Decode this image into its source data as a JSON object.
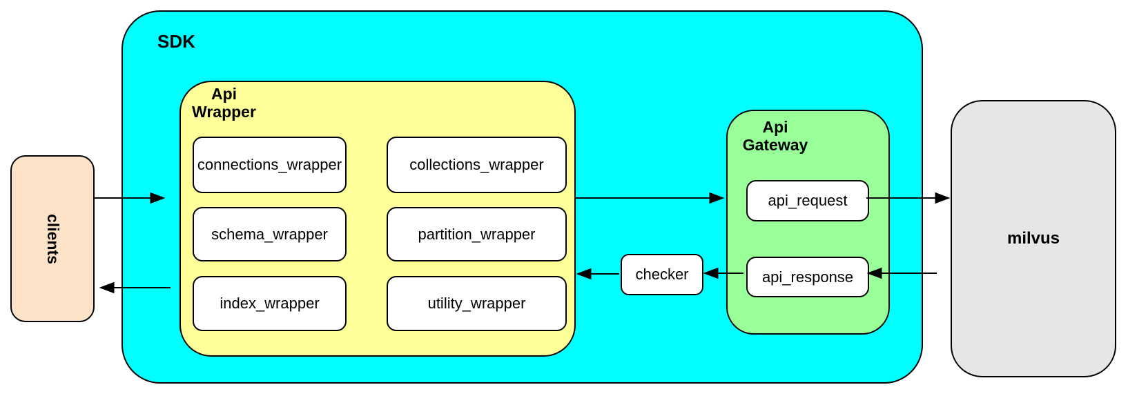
{
  "diagram": {
    "nodes": {
      "clients": {
        "label": "clients",
        "fill": "#FCE2C6"
      },
      "sdk": {
        "label": "SDK",
        "fill": "#00FFFF"
      },
      "api_wrapper": {
        "label": "Api\nWrapper",
        "fill": "#FFFF99",
        "boxes": [
          {
            "label": "connections_wrapper"
          },
          {
            "label": "collections_wrapper"
          },
          {
            "label": "schema_wrapper"
          },
          {
            "label": "partition_wrapper"
          },
          {
            "label": "index_wrapper"
          },
          {
            "label": "utility_wrapper"
          }
        ]
      },
      "checker": {
        "label": "checker",
        "fill": "#FFFFFF"
      },
      "api_gateway": {
        "label": "Api\nGateway",
        "fill": "#99FF99",
        "boxes": [
          {
            "label": "api_request"
          },
          {
            "label": "api_response"
          }
        ]
      },
      "milvus": {
        "label": "milvus",
        "fill": "#E6E6E6"
      }
    },
    "edges": [
      {
        "from": "clients",
        "to": "api_wrapper",
        "direction": "right"
      },
      {
        "from": "api_wrapper",
        "to": "clients",
        "direction": "left"
      },
      {
        "from": "api_wrapper",
        "to": "api_gateway",
        "direction": "right"
      },
      {
        "from": "api_request",
        "to": "milvus",
        "direction": "right"
      },
      {
        "from": "milvus",
        "to": "api_response",
        "direction": "left"
      },
      {
        "from": "api_response",
        "to": "checker",
        "direction": "left"
      },
      {
        "from": "checker",
        "to": "api_wrapper",
        "direction": "left"
      }
    ],
    "colors": {
      "background": "#FFFFFF",
      "border": "#000000",
      "arrow": "#000000",
      "inner_box_fill": "#FFFFFF"
    }
  }
}
